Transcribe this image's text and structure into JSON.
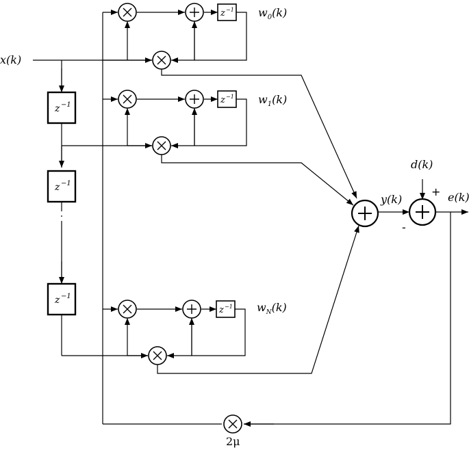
{
  "signals": {
    "input": "x(k)",
    "output": "y(k)",
    "desired": "d(k)",
    "error": "e(k)"
  },
  "weights": [
    "w₀(k)",
    "w₁(k)",
    "w_N(k)"
  ],
  "weight_parts": [
    {
      "base": "w",
      "sub": "0",
      "arg": "(k)"
    },
    {
      "base": "w",
      "sub": "1",
      "arg": "(k)"
    },
    {
      "base": "w",
      "sub": "N",
      "arg": "(k)"
    }
  ],
  "delay": {
    "base": "z",
    "exp": "−1"
  },
  "step_size": "2μ",
  "signs": {
    "plus": "+",
    "minus": "-"
  }
}
